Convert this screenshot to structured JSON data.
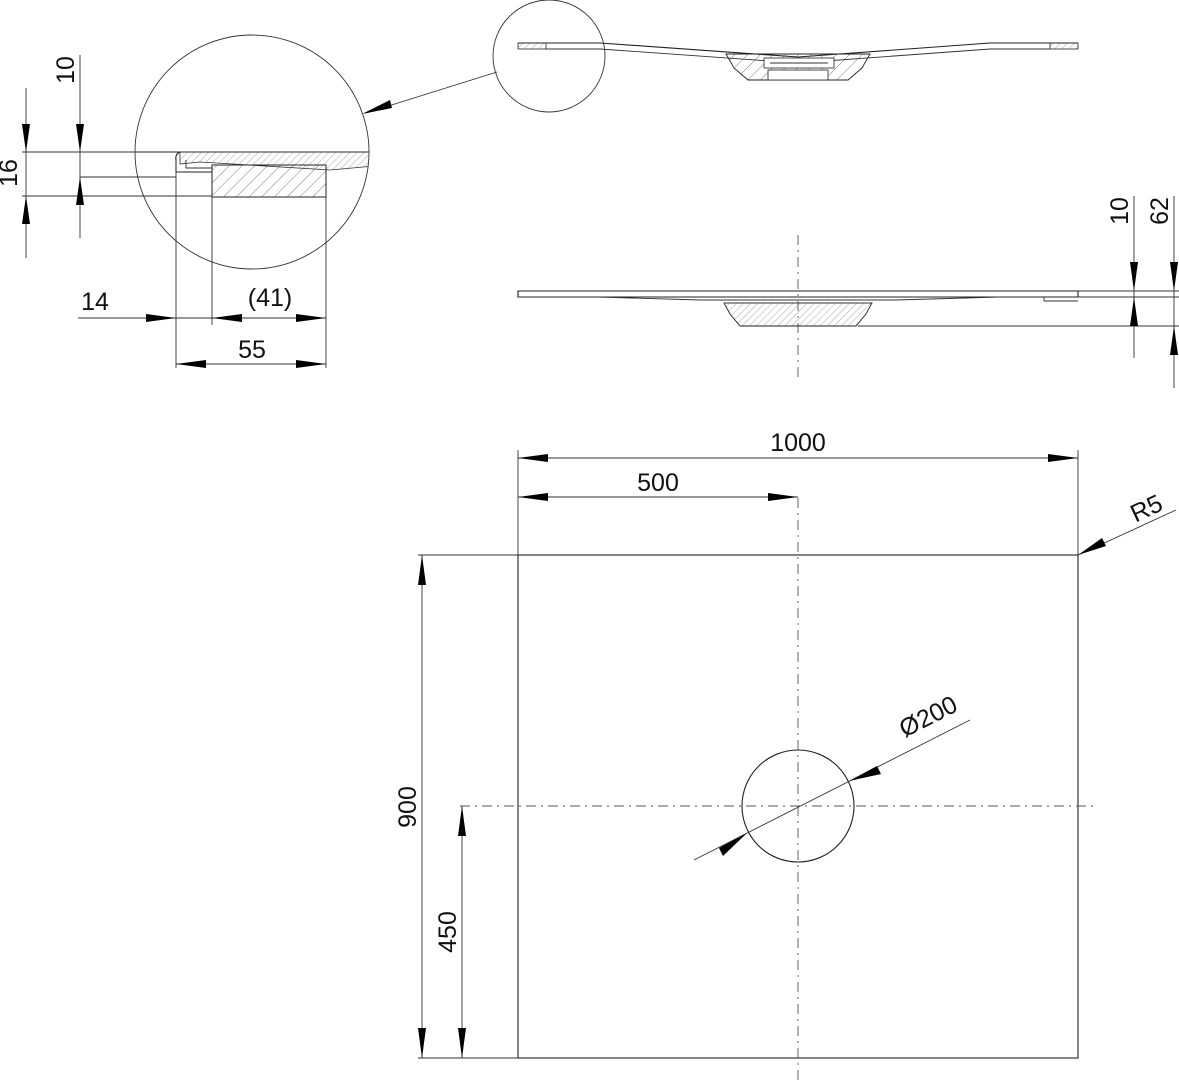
{
  "dimensions": {
    "detail_top": "10",
    "detail_height": "16",
    "detail_offset": "14",
    "detail_width_ref": "(41)",
    "detail_width": "55",
    "side_thickness": "10",
    "side_total_height": "62",
    "width": "1000",
    "half_width": "500",
    "corner_radius": "R5",
    "height": "900",
    "half_height": "450",
    "drain_diameter": "Ø200"
  }
}
